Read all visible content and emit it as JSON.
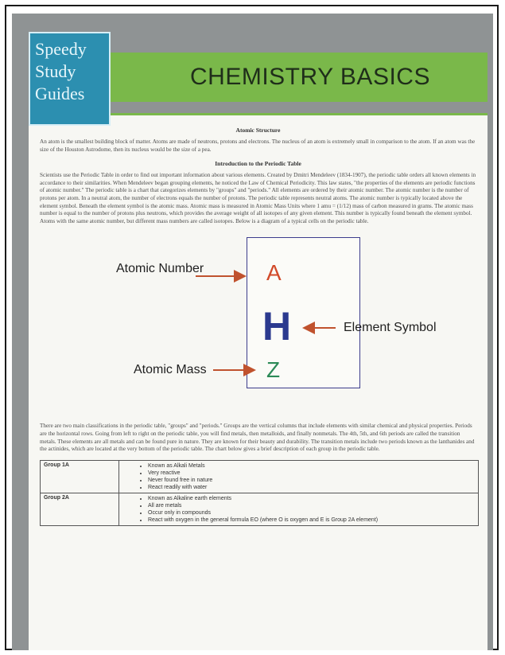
{
  "logo": {
    "line1": "Speedy",
    "line2": "Study",
    "line3": "Guides"
  },
  "title": "CHEMISTRY BASICS",
  "sections": {
    "atomic_structure": {
      "heading": "Atomic Structure",
      "text": "An atom is the smallest building block of matter. Atoms are made of neutrons, protons and electrons. The nucleus of an atom is extremely small in comparison to the atom. If an atom was the size of the Houston Astrodome, then its nucleus would be the size of a pea."
    },
    "periodic_intro": {
      "heading": "Introduction to the Periodic Table",
      "text": "Scientists use the Periodic Table in order to find out important information about various elements. Created by Dmitri Mendeleev (1834-1907), the periodic table orders all known elements in accordance to their similarities. When Mendeleev began grouping elements, he noticed the Law of Chemical Periodicity. This law states, \"the properties of the elements are periodic functions of atomic number.\" The periodic table is a chart that categorizes elements by \"groups\" and \"periods.\" All elements are ordered by their atomic number. The atomic number is the number of protons per atom. In a neutral atom, the number of electrons equals the number of protons. The periodic table represents neutral atoms. The atomic number is typically located above the element symbol. Beneath the element symbol is the atomic mass. Atomic mass is measured in Atomic Mass Units where 1 amu = (1/12) mass of carbon measured in grams. The atomic mass number is equal to the number of protons plus neutrons, which provides the average weight of all isotopes of any given element. This number is typically found beneath the element symbol. Atoms with the same atomic number, but different mass numbers are called isotopes. Below is a diagram of a typical cells on the periodic table."
    },
    "classifications": {
      "text": "There are two main classifications in the periodic table, \"groups\" and \"periods.\" Groups are the vertical columns that include elements with similar chemical and physical properties. Periods are the horizontal rows. Going from left to right on the periodic table, you will find metals, then metalloids, and finally nonmetals. The 4th, 5th, and 6th periods are called the transition metals. These elements are all metals and can be found pure in nature. They are known for their beauty and durability. The transition metals include two periods known as the lanthanides and the actinides, which are located at the very bottom of the periodic table. The chart below gives a brief description of each group in the periodic table."
    }
  },
  "diagram": {
    "label_atomic_number": "Atomic Number",
    "label_element_symbol": "Element Symbol",
    "label_atomic_mass": "Atomic Mass",
    "sym_top": "A",
    "sym_middle": "H",
    "sym_bottom": "Z",
    "colors": {
      "arrow": "#c0522e",
      "top": "#d24a2a",
      "middle": "#2b3a8f",
      "bottom": "#2c8a58",
      "box": "#3c3c8c"
    }
  },
  "groups_table": [
    {
      "name": "Group 1A",
      "items": [
        "Known as Alkali Metals",
        "Very reactive",
        "Never found free in nature",
        "React readily with water"
      ]
    },
    {
      "name": "Group 2A",
      "items": [
        "Known as Alkaline earth elements",
        "All are metals",
        "Occur only in compounds",
        "React with oxygen in the general formula EO (where O is oxygen and E is Group 2A element)"
      ]
    }
  ],
  "colors": {
    "cover_bg": "#8f9394",
    "title_band": "#7ab84a",
    "logo_bg": "#2c8fb0"
  }
}
